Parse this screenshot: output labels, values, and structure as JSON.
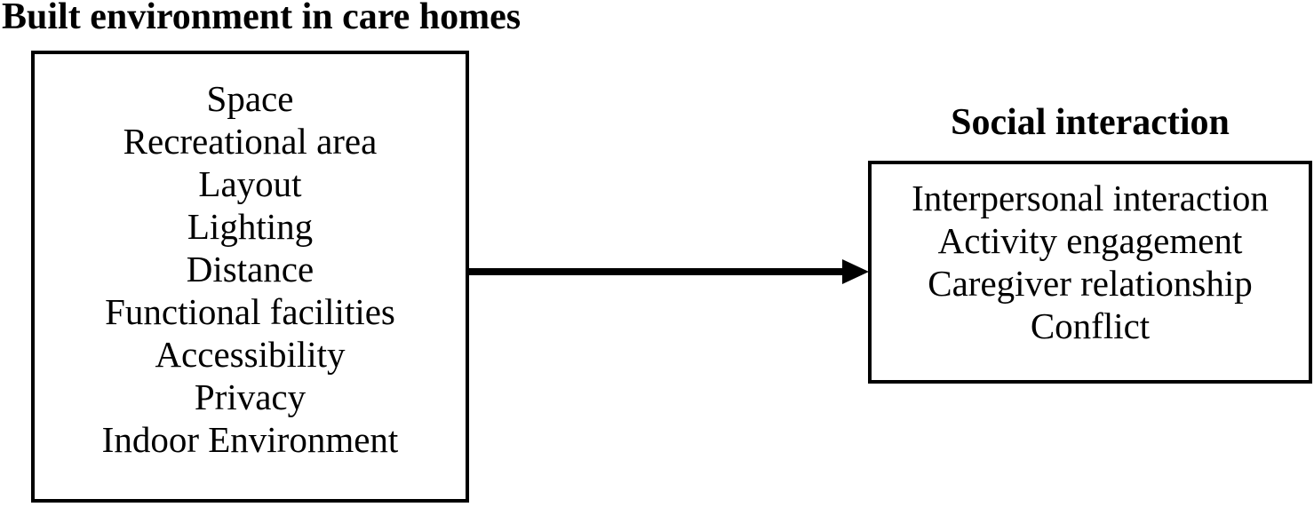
{
  "colors": {
    "background": "#ffffff",
    "text": "#000000",
    "border": "#000000",
    "arrow": "#000000"
  },
  "left_box": {
    "title": "Built environment in care homes",
    "items": [
      "Space",
      "Recreational area",
      "Layout",
      "Lighting",
      "Distance",
      "Functional facilities",
      "Accessibility",
      "Privacy",
      "Indoor Environment"
    ]
  },
  "right_box": {
    "title": "Social interaction",
    "items": [
      "Interpersonal interaction",
      "Activity engagement",
      "Caregiver relationship",
      "Conflict"
    ]
  }
}
